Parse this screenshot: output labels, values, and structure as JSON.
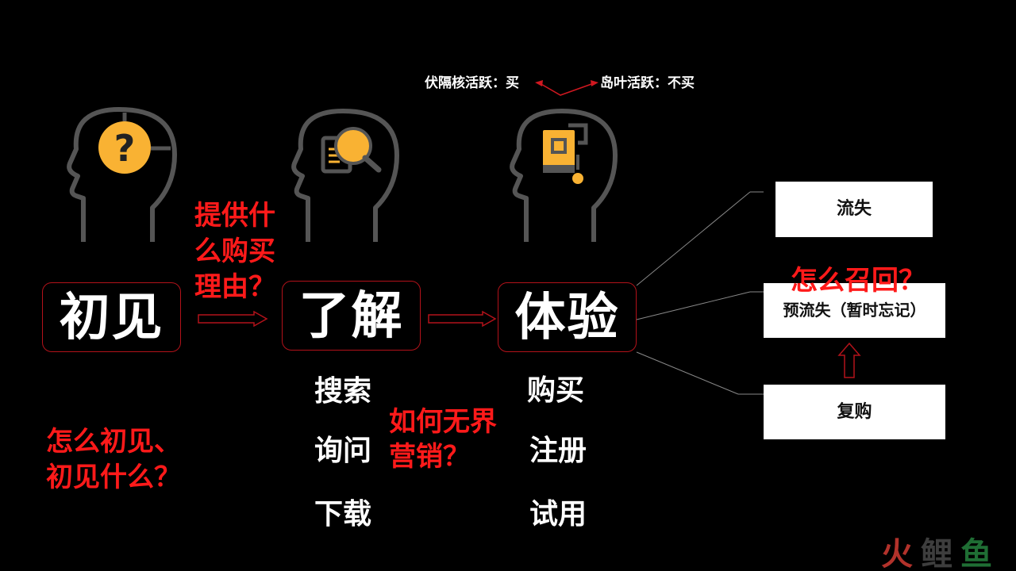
{
  "top_labels": {
    "left": "伏隔核活跃：买",
    "right": "岛叶活跃：不买"
  },
  "stages": [
    {
      "label": "初见",
      "icon": "question-head-icon"
    },
    {
      "label": "了解",
      "icon": "search-head-icon"
    },
    {
      "label": "体验",
      "icon": "book-head-icon"
    }
  ],
  "sub_items": {
    "understand": [
      "搜索",
      "询问",
      "下载"
    ],
    "experience": [
      "购买",
      "注册",
      "试用"
    ]
  },
  "questions": {
    "reason": [
      "提供什",
      "么购买",
      "理由？"
    ],
    "first_seen": [
      "怎么初见、",
      "初见什么？"
    ],
    "borderless": [
      "如何无界",
      "营销？"
    ],
    "recall": "怎么召回？"
  },
  "outcomes": {
    "lost": "流失",
    "pre_lost": "预流失（暂时忘记）",
    "repurchase": "复购"
  },
  "watermark": {
    "part1": "火",
    "part2": "鲤",
    "part3": "鱼"
  },
  "colors": {
    "background": "#000000",
    "accent": "#ff1a1a",
    "icon_yellow": "#f9b233",
    "icon_grey": "#5a5a5a",
    "border_red": "#b3121a"
  }
}
